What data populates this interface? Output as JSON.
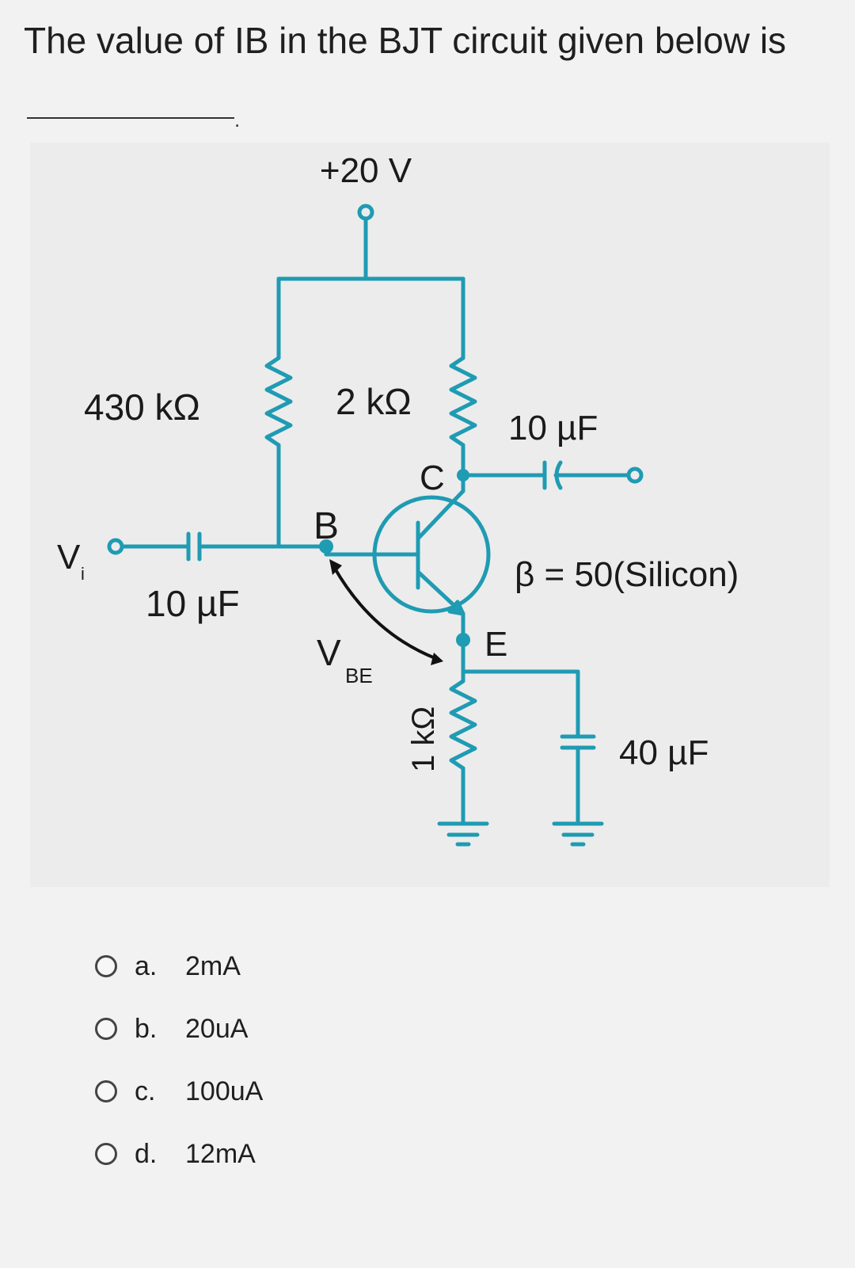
{
  "question": {
    "text": "The value of  IB in the BJT circuit given below is"
  },
  "circuit": {
    "supply": "+20 V",
    "rb": "430 kΩ",
    "rc": "2 kΩ",
    "re": "1 kΩ",
    "c_in": "10 µF",
    "c_out": "10 µF",
    "c_e": "40 µF",
    "vi_main": "V",
    "vi_sub": "i",
    "node_b": "B",
    "node_c": "C",
    "node_e": "E",
    "vbe_main": "V",
    "vbe_sub": "BE",
    "beta": "β = 50(Silicon)",
    "wire_color": "#1f9bb3"
  },
  "options": [
    {
      "letter": "a.",
      "text": "2mA"
    },
    {
      "letter": "b.",
      "text": "20uA"
    },
    {
      "letter": "c.",
      "text": "100uA"
    },
    {
      "letter": "d.",
      "text": "12mA"
    }
  ]
}
